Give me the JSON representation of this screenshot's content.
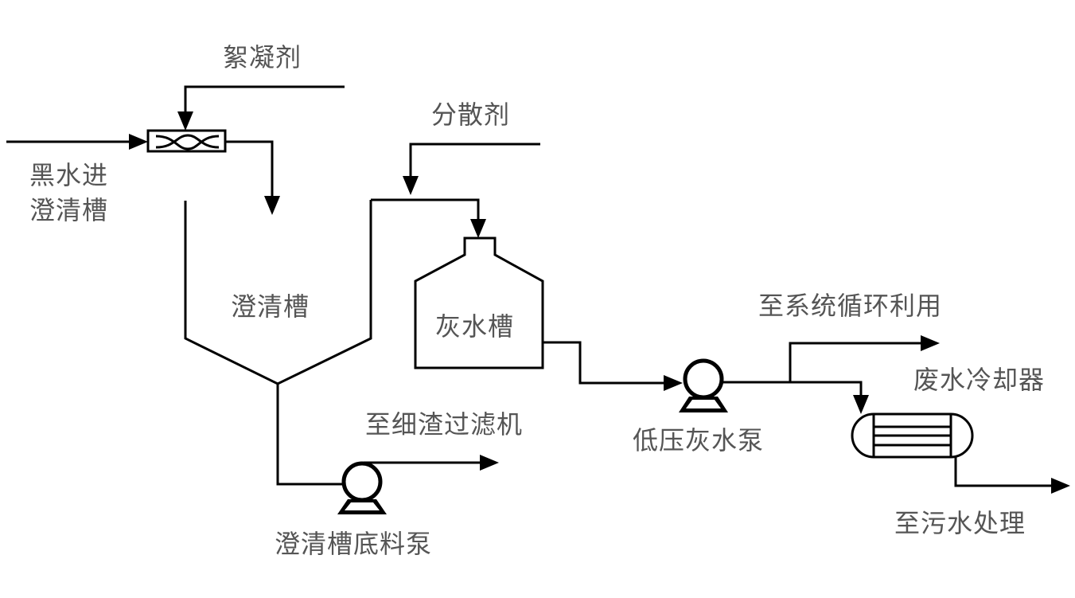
{
  "diagram": {
    "title": "",
    "labels": {
      "flocculant": "絮凝剂",
      "black_water_inlet_line1": "黑水进",
      "black_water_inlet_line2": "澄清槽",
      "dispersant": "分散剂",
      "clarifier": "澄清槽",
      "gray_water_tank": "灰水槽",
      "to_system_recycle": "至系统循环利用",
      "wastewater_cooler": "废水冷却器",
      "to_fine_slag_filter": "至细渣过滤机",
      "low_pressure_gray_water_pump": "低压灰水泵",
      "to_wastewater_treatment": "至污水处理",
      "clarifier_underflow_pump": "澄清槽底料泵"
    },
    "equipment": [
      {
        "id": "mixer",
        "type": "static-mixer"
      },
      {
        "id": "clarifier",
        "type": "conical-tank"
      },
      {
        "id": "gray_water_tank",
        "type": "tank"
      },
      {
        "id": "clarifier_underflow_pump",
        "type": "centrifugal-pump"
      },
      {
        "id": "low_pressure_gray_water_pump",
        "type": "centrifugal-pump"
      },
      {
        "id": "wastewater_cooler",
        "type": "shell-and-tube-exchanger"
      }
    ],
    "colors": {
      "line": "#000000",
      "text": "#555555"
    }
  }
}
